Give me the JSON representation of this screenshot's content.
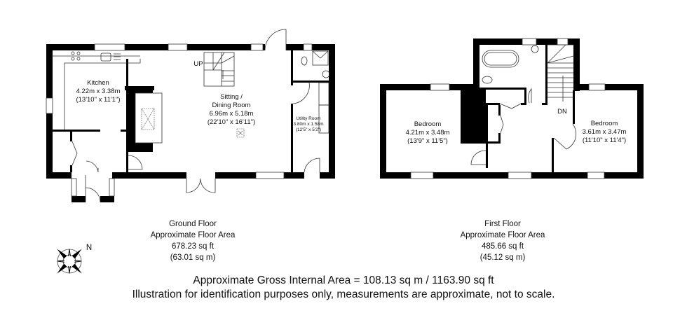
{
  "ground_floor": {
    "rooms": [
      {
        "name": "Kitchen",
        "metric": "4.22m x 3.38m",
        "imperial": "(13'10\" x 11'1\")"
      },
      {
        "name_line1": "Sitting /",
        "name_line2": "Dining Room",
        "metric": "6.96m x 5.18m",
        "imperial": "(22'10\" x 16'11\")"
      },
      {
        "name": "Utility Room",
        "metric": "3.80m x 1.58m",
        "imperial": "(12'5\" x 5'2\")"
      }
    ],
    "stairs_label": "UP",
    "caption": {
      "title": "Ground Floor",
      "subtitle": "Approximate Floor Area",
      "sqft": "678.23 sq ft",
      "sqm": "(63.01 sq m)"
    }
  },
  "first_floor": {
    "rooms": [
      {
        "name": "Bedroom",
        "metric": "4.21m x 3.48m",
        "imperial": "(13'9\" x 11'5\")"
      },
      {
        "name": "Bedroom",
        "metric": "3.61m x 3.47m",
        "imperial": "(11'10\" x 11'4\")"
      }
    ],
    "stairs_label": "DN",
    "caption": {
      "title": "First Floor",
      "subtitle": "Approximate Floor Area",
      "sqft": "485.66 sq ft",
      "sqm": "(45.12 sq m)"
    }
  },
  "compass": {
    "label": "N",
    "icon": "compass-rose-icon"
  },
  "footer": {
    "gross_area": "Approximate Gross Internal Area = 108.13 sq m / 1163.90 sq ft",
    "disclaimer": "Illustration for identification purposes only, measurements are approximate, not to scale."
  }
}
